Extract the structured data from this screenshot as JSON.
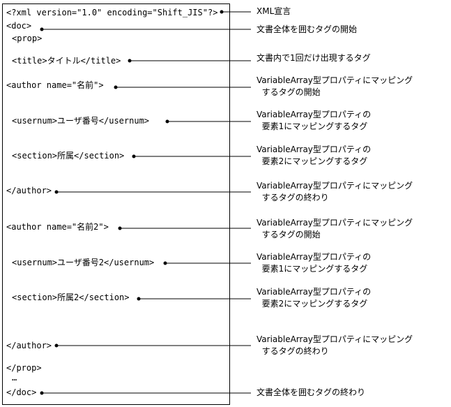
{
  "code_lines": [
    "<?xml version=\"1.0\" encoding=\"Shift_JIS\"?>",
    "<doc>",
    "<prop>",
    "<title>タイトル</title>",
    "<author name=\"名前\">",
    "<usernum>ユーザ番号</usernum>",
    "<section>所属</section>",
    "</author>",
    "<author name=\"名前2\">",
    "<usernum>ユーザ番号2</usernum>",
    "<section>所属2</section>",
    "</author>",
    "</prop>",
    "…",
    "</doc>"
  ],
  "annotations": [
    "XML宣言",
    "文書全体を囲むタグの開始",
    "文書内で1回だけ出現するタグ",
    "VariableArray型プロパティにマッピング\n  するタグの開始",
    "VariableArray型プロパティの\n  要素1にマッピングするタグ",
    "VariableArray型プロパティの\n  要素2にマッピングするタグ",
    "VariableArray型プロパティにマッピング\n  するタグの終わり",
    "VariableArray型プロパティにマッピング\n  するタグの開始",
    "VariableArray型プロパティの\n  要素1にマッピングするタグ",
    "VariableArray型プロパティの\n  要素2にマッピングするタグ",
    "VariableArray型プロパティにマッピング\n  するタグの終わり",
    "文書全体を囲むタグの終わり"
  ]
}
